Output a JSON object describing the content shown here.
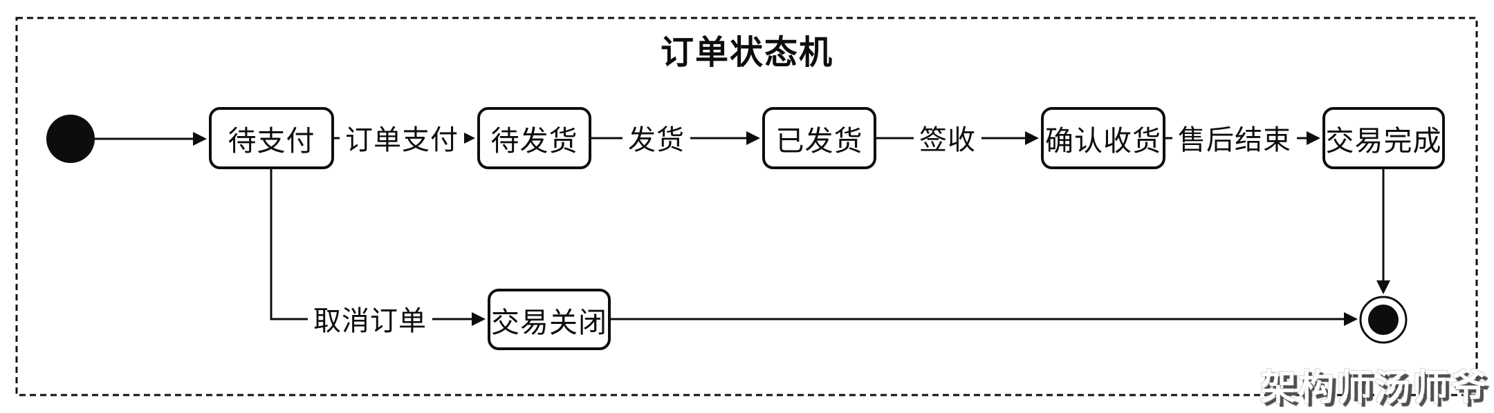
{
  "diagram": {
    "title": "订单状态机",
    "watermark": "架构师汤师爷",
    "colors": {
      "stroke": "#0d0d0d",
      "background": "#ffffff"
    },
    "states": {
      "initial": {
        "type": "initial-pseudo-state"
      },
      "pending_payment": {
        "label": "待支付"
      },
      "pending_shipment": {
        "label": "待发货"
      },
      "shipped": {
        "label": "已发货"
      },
      "confirm_receipt": {
        "label": "确认收货"
      },
      "transaction_complete": {
        "label": "交易完成"
      },
      "transaction_closed": {
        "label": "交易关闭"
      },
      "final": {
        "type": "final-state"
      }
    },
    "transitions": {
      "order_pay": {
        "label": "订单支付",
        "from": "待支付",
        "to": "待发货"
      },
      "ship": {
        "label": "发货",
        "from": "待发货",
        "to": "已发货"
      },
      "sign": {
        "label": "签收",
        "from": "已发货",
        "to": "确认收货"
      },
      "after_sale_end": {
        "label": "售后结束",
        "from": "确认收货",
        "to": "交易完成"
      },
      "cancel_order": {
        "label": "取消订单",
        "from": "待支付",
        "to": "交易关闭"
      },
      "complete_to_final": {
        "label": "",
        "from": "交易完成",
        "to": "final"
      },
      "closed_to_final": {
        "label": "",
        "from": "交易关闭",
        "to": "final"
      }
    }
  }
}
